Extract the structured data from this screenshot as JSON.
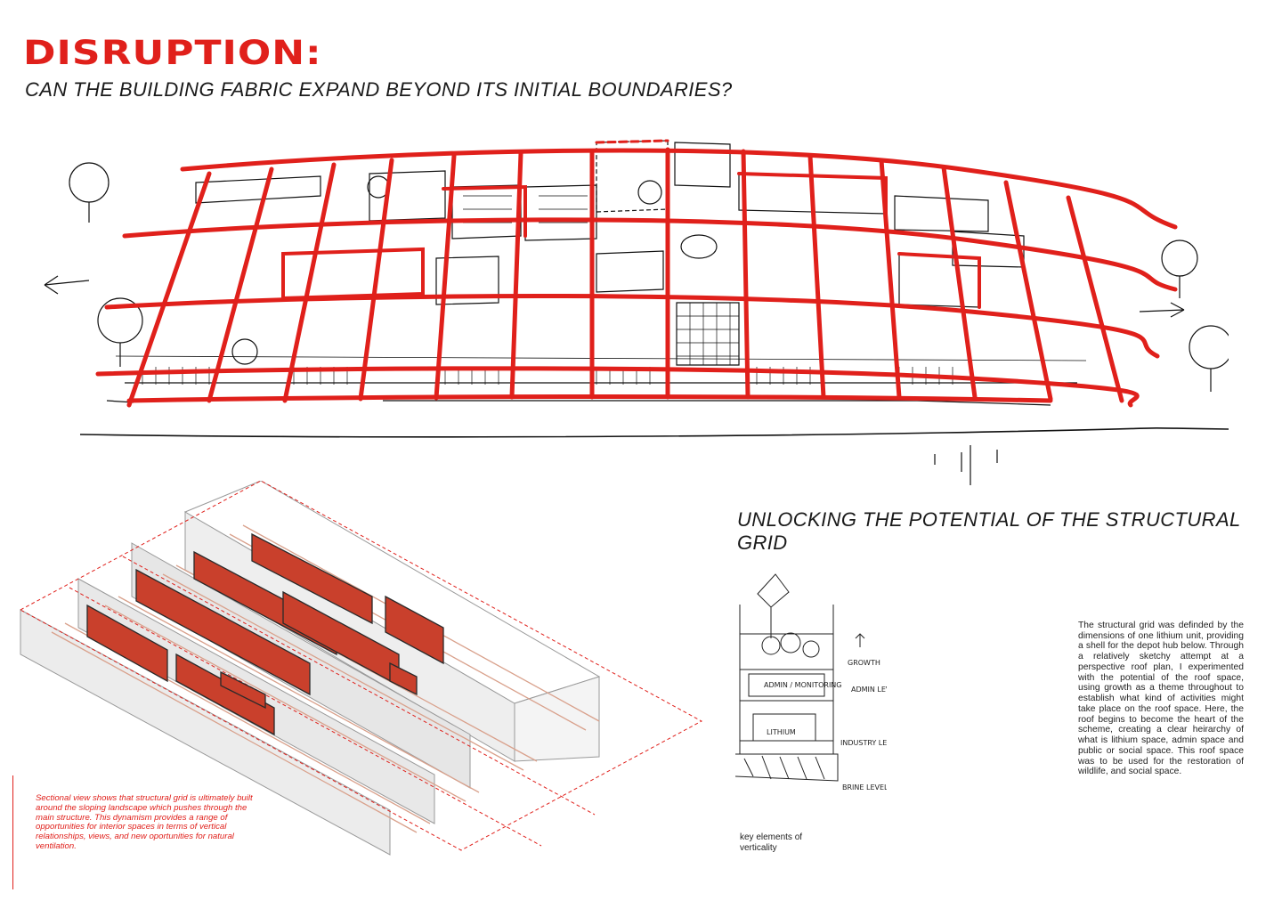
{
  "header": {
    "title": "DISRUPTION:",
    "subtitle": "CAN THE BUILDING FABRIC EXPAND BEYOND ITS INITIAL BOUNDARIES?"
  },
  "colors": {
    "accent": "#e0201b",
    "ink": "#1a1a1a",
    "panel_fill": "#c9402c"
  },
  "sections": {
    "grid_heading": "UNLOCKING THE POTENTIAL OF THE STRUCTURAL GRID"
  },
  "section_caption": "Sectional view shows that structural grid is ultimately built around the sloping landscape which pushes through the main structure. This dynamism provides a range of opportunities for interior spaces in terms of vertical relationships, views, and new oportunities for natural ventilation.",
  "sketch": {
    "labels": {
      "growth": "GROWTH",
      "admin_level": "ADMIN LEVEL",
      "industry_level": "INDUSTRY LEVEL",
      "brine_level": "BRINE LEVEL",
      "admin_monitoring": "ADMIN / MONITORING",
      "lithium": "LITHIUM"
    },
    "caption": "key elements of verticality"
  },
  "description": "The structural grid was definded by the dimensions of one lithium unit, providing a shell for the depot hub below. Through a relatively sketchy attempt at a perspective roof plan, I experimented with the potential of the roof space, using growth as a theme throughout to establish what kind of activities might take place on the roof space. Here, the roof begins to become the heart of the scheme, creating a clear heirarchy of what is lithium space, admin space and public or social space.  This roof space was to be used for the restoration of wildlife, and social space."
}
